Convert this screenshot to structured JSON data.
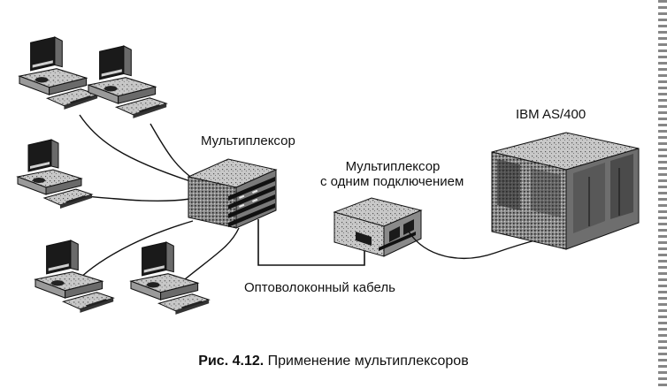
{
  "labels": {
    "mux_main": "Мультиплексор",
    "mux_single_line1": "Мультиплексор",
    "mux_single_line2": "с одним подключением",
    "ibm": "IBM AS/400",
    "fiber": "Оптоволоконный кабель"
  },
  "caption": {
    "number": "Рис. 4.12.",
    "text": "Применение мультиплексоров"
  },
  "colors": {
    "ink": "#111111",
    "shade": "#6a6a6a",
    "light": "#bdbdbd"
  },
  "terminal_count": 5
}
